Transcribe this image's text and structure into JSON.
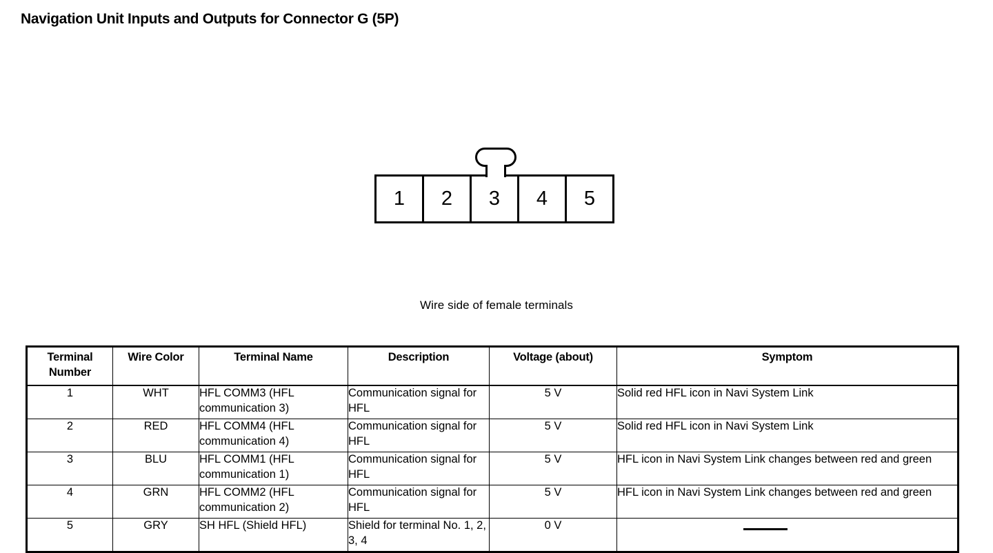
{
  "document": {
    "title": "Navigation Unit Inputs and Outputs for Connector G (5P)"
  },
  "connector": {
    "caption": "Wire side of female terminals",
    "pin_count": "5",
    "pins": [
      "1",
      "2",
      "3",
      "4",
      "5"
    ],
    "tab_icon": "connector-latch-tab"
  },
  "table": {
    "headers": {
      "terminal_number": "Terminal Number",
      "terminal_number_line1": "Terminal",
      "terminal_number_line2": "Number",
      "wire_color": "Wire Color",
      "terminal_name": "Terminal Name",
      "description": "Description",
      "voltage": "Voltage (about)",
      "symptom": "Symptom"
    },
    "rows": [
      {
        "terminal_number": "1",
        "wire_color": "WHT",
        "terminal_name": "HFL COMM3 (HFL communication 3)",
        "description": "Communication signal for HFL",
        "voltage": "5 V",
        "symptom": "Solid red HFL icon in Navi System Link"
      },
      {
        "terminal_number": "2",
        "wire_color": "RED",
        "terminal_name": "HFL COMM4 (HFL communication 4)",
        "description": "Communication signal for HFL",
        "voltage": "5 V",
        "symptom": "Solid red HFL icon in Navi System Link"
      },
      {
        "terminal_number": "3",
        "wire_color": "BLU",
        "terminal_name": "HFL COMM1 (HFL communication 1)",
        "description": "Communication signal for HFL",
        "voltage": "5 V",
        "symptom": "HFL icon in Navi System Link changes between red and green"
      },
      {
        "terminal_number": "4",
        "wire_color": "GRN",
        "terminal_name": "HFL COMM2 (HFL communication 2)",
        "description": "Communication signal for HFL",
        "voltage": "5 V",
        "symptom": "HFL icon in Navi System Link changes between red and green"
      },
      {
        "terminal_number": "5",
        "wire_color": "GRY",
        "terminal_name": "SH HFL (Shield HFL)",
        "description": "Shield for terminal No. 1, 2, 3, 4",
        "voltage": "0 V",
        "symptom": ""
      }
    ]
  },
  "colors": {
    "ink": "#000000",
    "page": "#ffffff"
  }
}
